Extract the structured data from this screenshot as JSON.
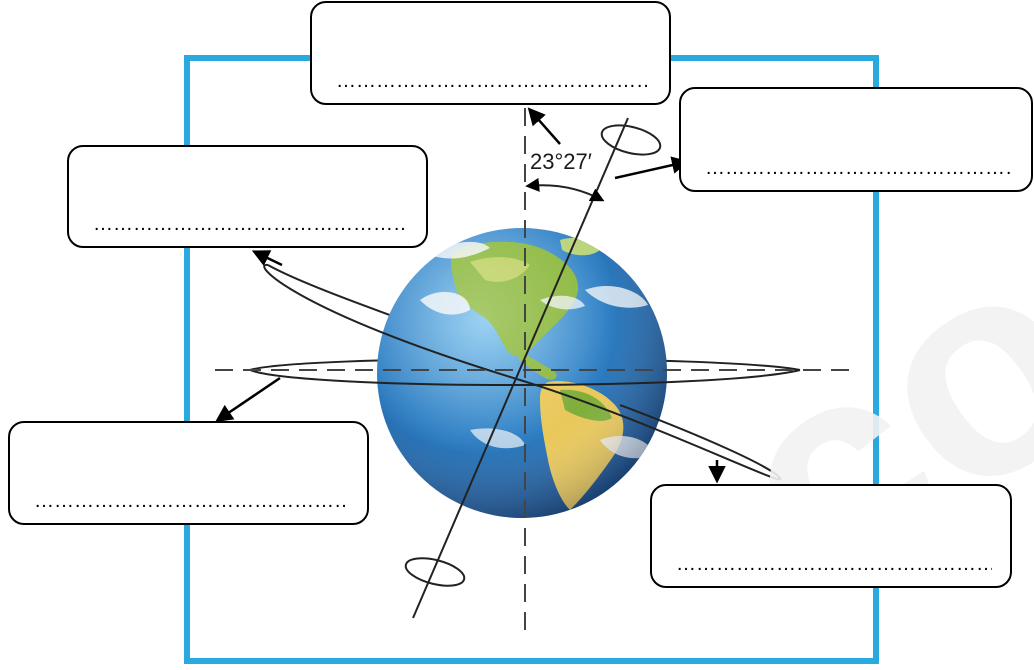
{
  "tilt_angle": "23°27′",
  "label_boxes": [
    {
      "id": "top",
      "placeholder": "…………………………………………"
    },
    {
      "id": "top-right",
      "placeholder": "…………………………………………"
    },
    {
      "id": "upper-left",
      "placeholder": "…………………………………………"
    },
    {
      "id": "lower-left",
      "placeholder": "…………………………………………"
    },
    {
      "id": "lower-right",
      "placeholder": "…………………………………………"
    }
  ],
  "colors": {
    "frame": "#29a9e0",
    "ocean": "#2f7fc4",
    "land": "#8bb83c",
    "desert": "#e9c85a",
    "cloud": "#f1f5f8"
  }
}
